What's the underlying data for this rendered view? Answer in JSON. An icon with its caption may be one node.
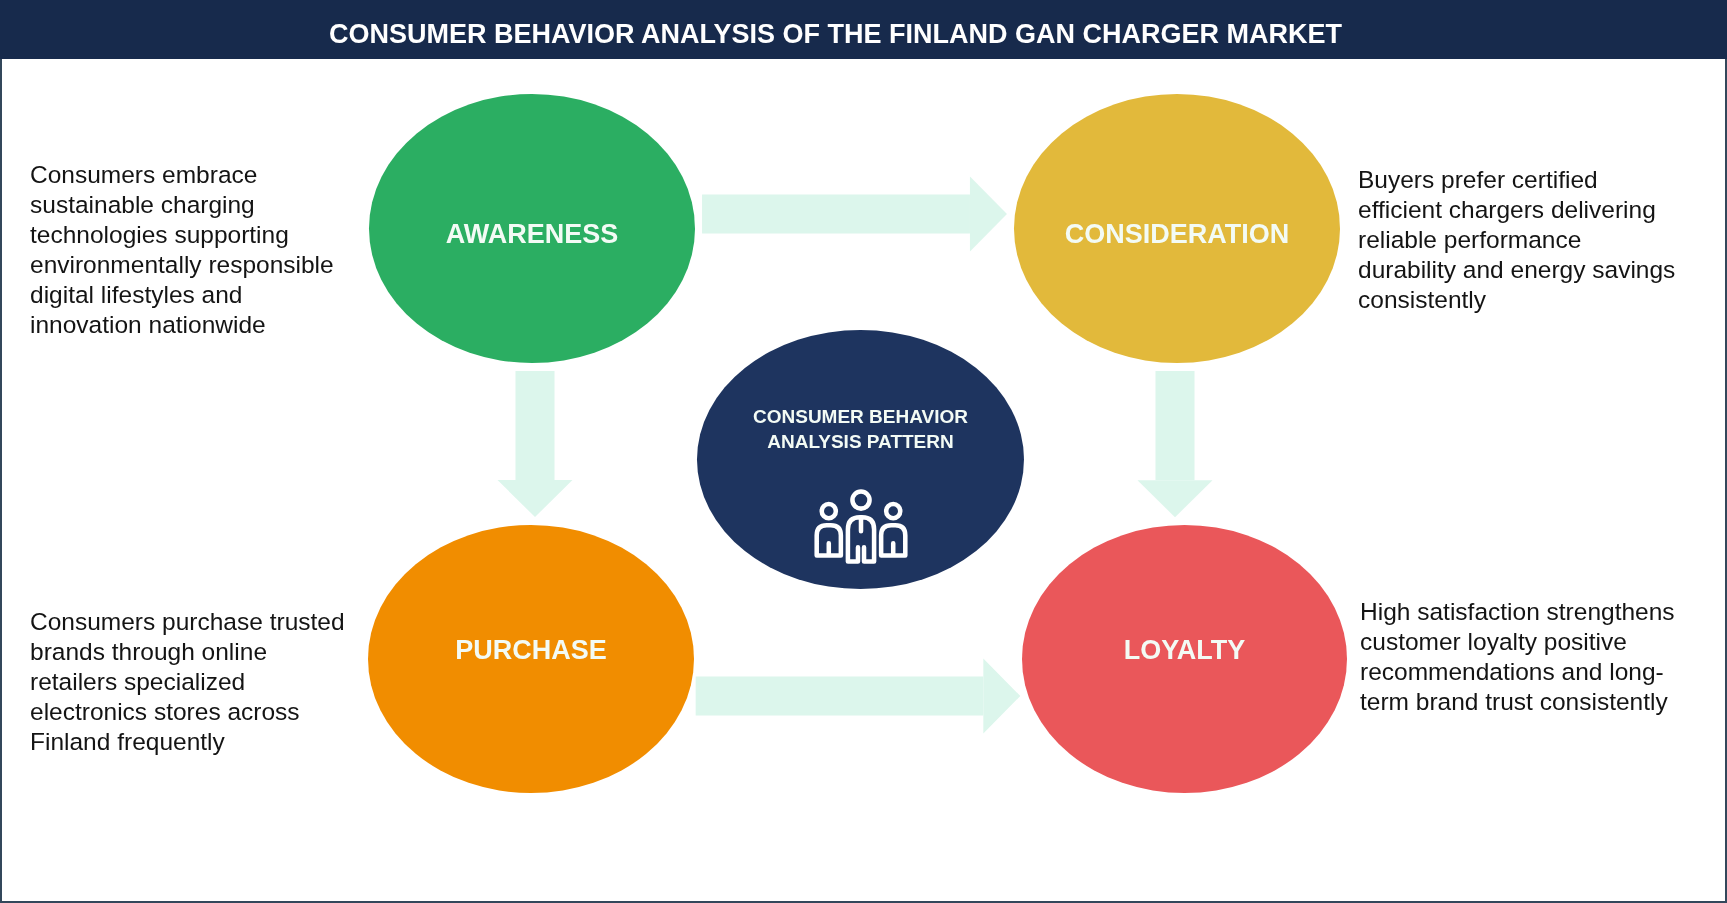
{
  "diagram": {
    "title": "CONSUMER BEHAVIOR ANALYSIS OF THE FINLAND GAN CHARGER MARKET",
    "nodes": [
      {
        "text": [
          "AWARENESS"
        ],
        "beside": [
          "Consumers embrace sustainable charging technologies supporting environmentally responsible digital lifestyles and innovation nationwide"
        ]
      },
      {
        "text": [
          "CONSIDERATION"
        ],
        "beside": [
          "Buyers prefer certified efficient chargers delivering reliable performance durability and energy savings consistently"
        ]
      },
      {
        "text": [
          "CONSUMER BEHAVIOR ANALYSIS PATTERN"
        ]
      },
      {
        "text": [
          "PURCHASE"
        ],
        "beside": [
          "Consumers purchase trusted brands through online retailers specialized electronics stores across Finland frequently"
        ]
      },
      {
        "text": [
          "LOYALTY"
        ],
        "beside": [
          "High satisfaction strengthens customer loyalty positive recommendations and long-term brand trust consistently"
        ]
      }
    ],
    "edges": [
      {
        "from": 0,
        "to": 1,
        "arrow": "to"
      },
      {
        "from": 0,
        "to": 3,
        "arrow": "to"
      },
      {
        "from": 1,
        "to": 4,
        "arrow": "to"
      },
      {
        "from": 3,
        "to": 4,
        "arrow": "to"
      }
    ]
  }
}
